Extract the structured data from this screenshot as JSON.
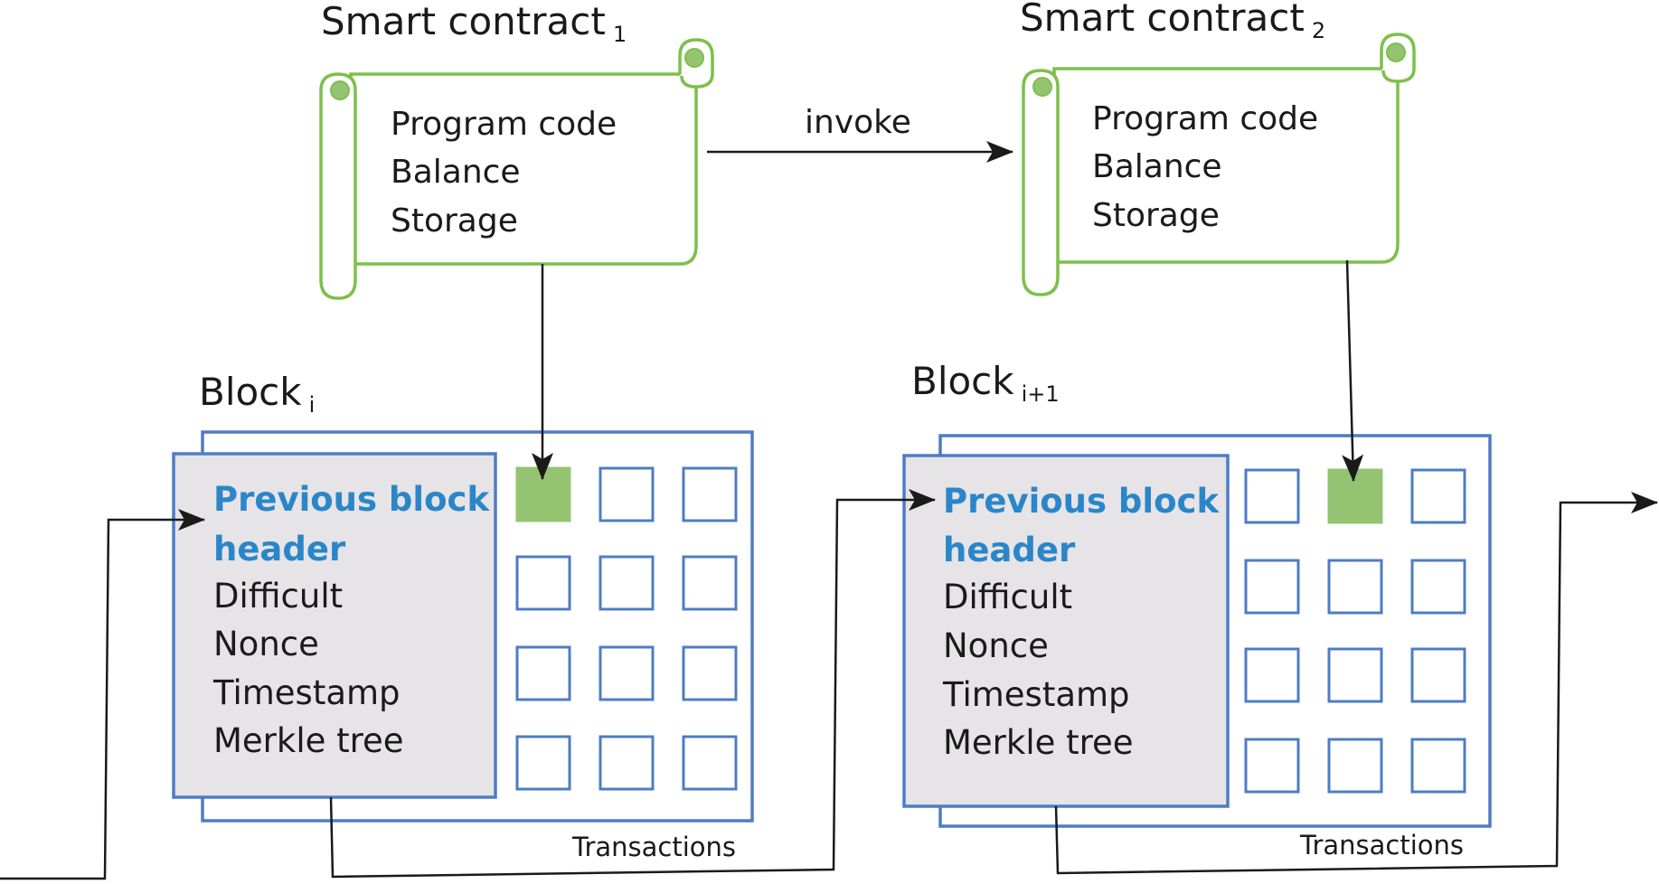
{
  "contracts": [
    {
      "name": "Smart contract",
      "sub": "1",
      "fields": [
        "Program code",
        "Balance",
        "Storage"
      ]
    },
    {
      "name": "Smart contract",
      "sub": "2",
      "fields": [
        "Program code",
        "Balance",
        "Storage"
      ]
    }
  ],
  "invoke_label": "invoke",
  "blocks": [
    {
      "name": "Block",
      "sub": "i",
      "header_highlight": [
        "Previous block",
        "header"
      ],
      "fields": [
        "Difficult",
        "Nonce",
        "Timestamp",
        "Merkle tree"
      ],
      "transactions_label": "Transactions",
      "active_transaction": {
        "row": 0,
        "col": 0
      }
    },
    {
      "name": "Block",
      "sub": "i+1",
      "header_highlight": [
        "Previous block",
        "header"
      ],
      "fields": [
        "Difficult",
        "Nonce",
        "Timestamp",
        "Merkle tree"
      ],
      "transactions_label": "Transactions",
      "active_transaction": {
        "row": 0,
        "col": 1
      }
    }
  ],
  "colors": {
    "contract_outline": "#7cc04a",
    "block_outline": "#4f7cc4",
    "header_fill": "#e6e4e6",
    "highlight_text": "#2a86c8",
    "active_transaction": "#94c472"
  }
}
